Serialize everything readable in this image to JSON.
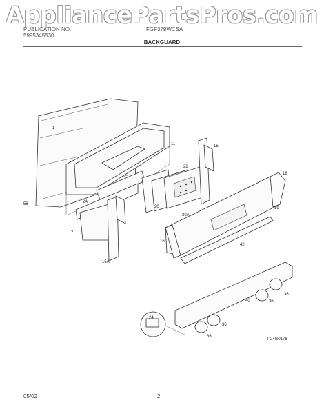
{
  "watermark": "AppliancePartsPros.com",
  "header": {
    "left_line1": "PUBLICATION NO.",
    "left_line2": "5995345530",
    "center": "FGF379WCSA",
    "title": "BACKGUARD"
  },
  "callouts": [
    "1",
    "11",
    "15",
    "22",
    "18",
    "2A",
    "20",
    "20A",
    "19",
    "56",
    "2",
    "16",
    "42",
    "15A",
    "40",
    "36",
    "36",
    "24",
    "36",
    "36"
  ],
  "figure_code": "P24G0178",
  "footer": {
    "date": "05/02",
    "page": "2"
  }
}
